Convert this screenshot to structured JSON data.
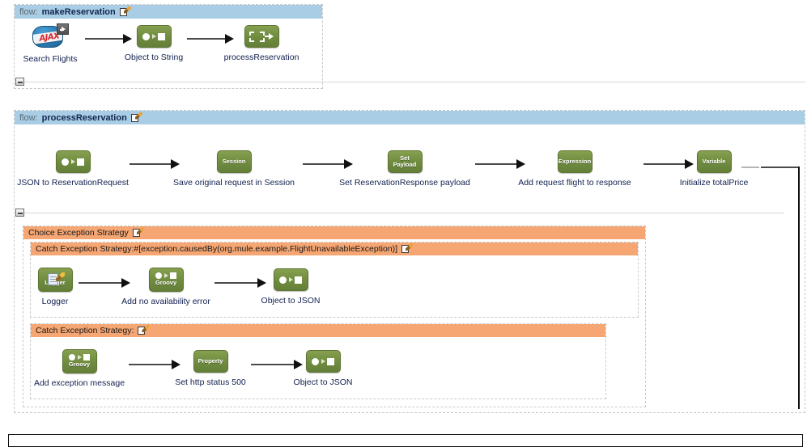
{
  "app": {
    "editor": "mule-flow-canvas",
    "colors": {
      "flow_header": "#a8cde4",
      "scope_header": "#f5a673",
      "tile_green": "#6f8b3f",
      "caption_text": "#122050",
      "canvas": "#ffffff"
    }
  },
  "flows": [
    {
      "keyword": "flow:",
      "name": "makeReservation",
      "edit_icon": "edit-pencil-icon",
      "nodes": [
        {
          "caption": "Search Flights",
          "icon": "ajax-connector-icon",
          "tile_label": ""
        },
        {
          "caption": "Object to String",
          "icon": "transformer-icon",
          "tile_label": ""
        },
        {
          "caption": "processReservation",
          "icon": "flow-ref-icon",
          "tile_label": ""
        }
      ]
    },
    {
      "keyword": "flow:",
      "name": "processReservation",
      "edit_icon": "edit-pencil-icon",
      "nodes": [
        {
          "caption": "JSON to ReservationRequest",
          "icon": "transformer-icon",
          "tile_label": ""
        },
        {
          "caption": "Save original request in Session",
          "icon": "session-variable-icon",
          "tile_label": "Session"
        },
        {
          "caption": "Set ReservationResponse payload",
          "icon": "set-payload-icon",
          "tile_label": "Set\nPayload"
        },
        {
          "caption": "Add request flight to response",
          "icon": "expression-icon",
          "tile_label": "Expression"
        },
        {
          "caption": "Initialize totalPrice",
          "icon": "variable-icon",
          "tile_label": "Variable"
        }
      ]
    }
  ],
  "exception_strategy": {
    "choice": {
      "label": "Choice Exception Strategy",
      "edit_icon": "edit-pencil-icon"
    },
    "catches": [
      {
        "label": "Catch Exception Strategy:#[exception.causedBy(org.mule.example.FlightUnavailableException)]",
        "edit_icon": "edit-pencil-icon",
        "nodes": [
          {
            "caption": "Logger",
            "icon": "logger-icon",
            "tile_label": "Logger"
          },
          {
            "caption": "Add no availability error",
            "icon": "groovy-transformer-icon",
            "tile_label": "Groovy"
          },
          {
            "caption": "Object to JSON",
            "icon": "transformer-icon",
            "tile_label": ""
          }
        ]
      },
      {
        "label": "Catch Exception Strategy:",
        "edit_icon": "edit-pencil-icon",
        "nodes": [
          {
            "caption": "Add exception message",
            "icon": "groovy-transformer-icon",
            "tile_label": "Groovy"
          },
          {
            "caption": "Set http status 500",
            "icon": "property-icon",
            "tile_label": "Property"
          },
          {
            "caption": "Object to JSON",
            "icon": "transformer-icon",
            "tile_label": ""
          }
        ]
      }
    ]
  },
  "bottom_panel": {
    "content": ""
  }
}
